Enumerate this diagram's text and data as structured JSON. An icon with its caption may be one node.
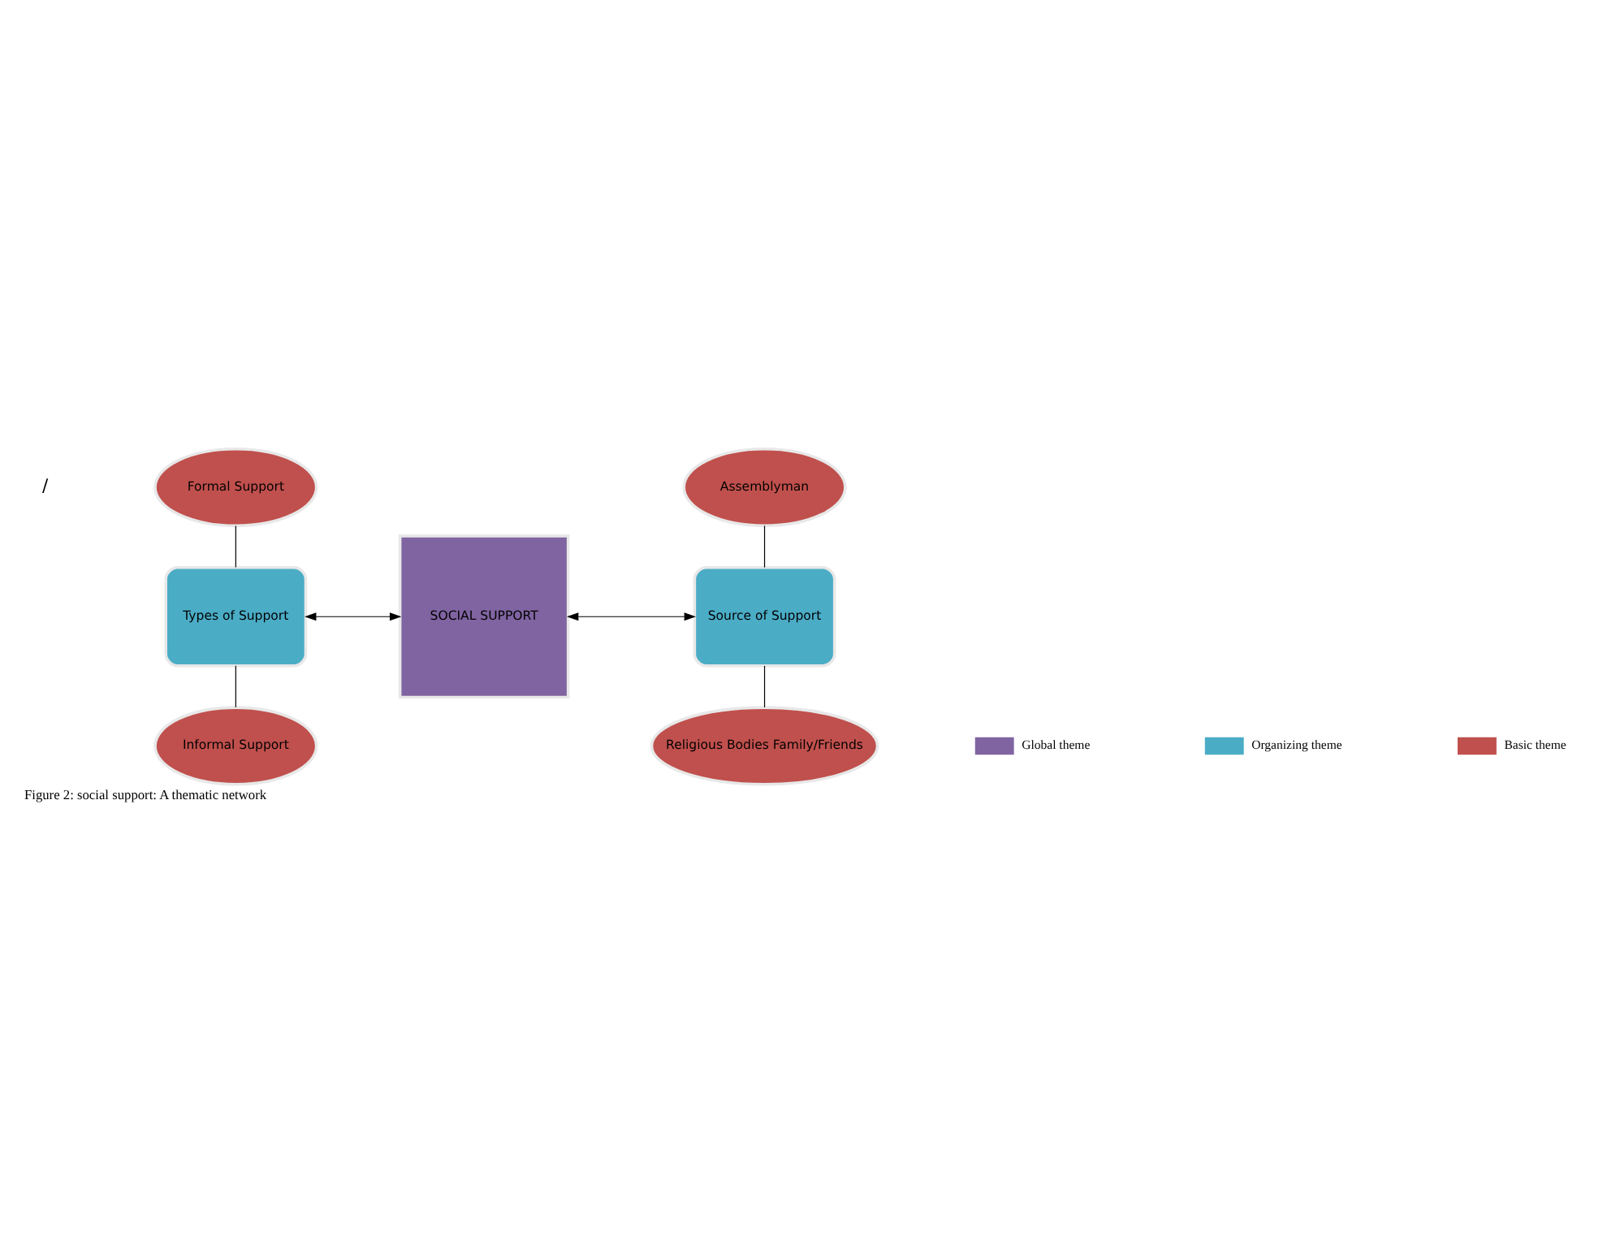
{
  "diagram": {
    "caption": "Figure 2: social support: A thematic network",
    "nodes": [
      {
        "text": [
          "Formal Support"
        ]
      },
      {
        "text": [
          "Types of Support"
        ]
      },
      {
        "text": [
          "SOCIAL SUPPORT"
        ]
      },
      {
        "text": [
          "Assemblyman"
        ]
      },
      {
        "text": [
          "Source of Support"
        ]
      },
      {
        "text": [
          "Informal Support"
        ]
      },
      {
        "text": [
          "Religious Bodies Family/Friends"
        ]
      }
    ],
    "edges": [
      {
        "from": 0,
        "to": 1,
        "arrow": "none"
      },
      {
        "from": 1,
        "to": 2,
        "arrow": "both"
      },
      {
        "from": 2,
        "to": 4,
        "arrow": "both"
      },
      {
        "from": 3,
        "to": 4,
        "arrow": "none"
      },
      {
        "from": 1,
        "to": 5,
        "arrow": "none"
      },
      {
        "from": 4,
        "to": 6,
        "arrow": "none"
      }
    ],
    "labels": [
      "/"
    ],
    "legend": [
      {
        "text": "Global theme",
        "color": "#8064a2"
      },
      {
        "text": "Organizing theme",
        "color": "#4bacc6"
      },
      {
        "text": "Basic theme",
        "color": "#c0504d"
      }
    ]
  }
}
